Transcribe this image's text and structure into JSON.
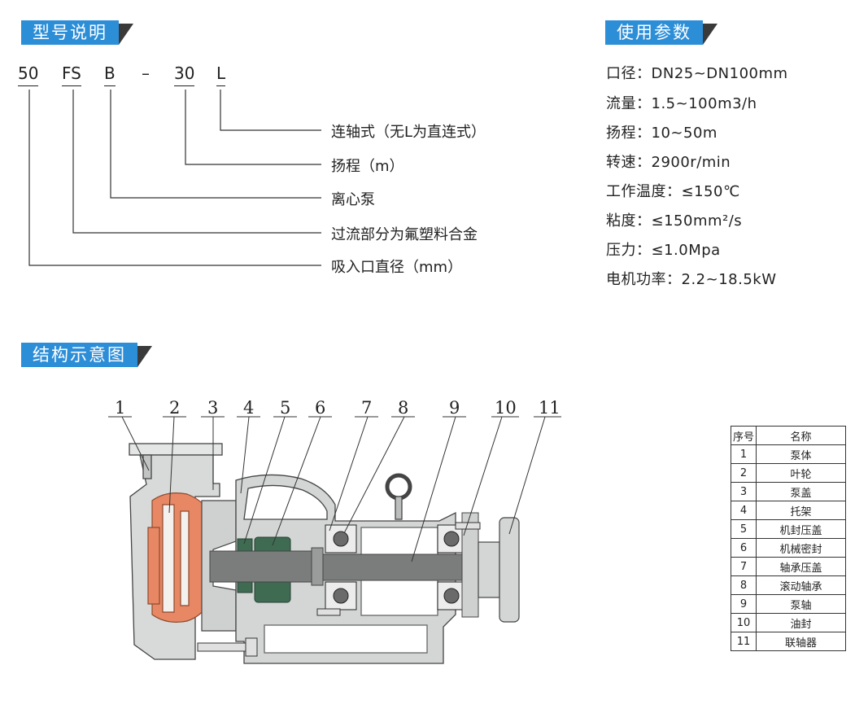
{
  "model_section": {
    "title": "型号说明",
    "codes": [
      "50",
      "FS",
      "B",
      "–",
      "30",
      "L"
    ],
    "descriptions": [
      "连轴式（无L为直连式）",
      "扬程（m）",
      "离心泵",
      "过流部分为氟塑料合金",
      "吸入口直径（mm）"
    ]
  },
  "params_section": {
    "title": "使用参数",
    "items": [
      "口径：DN25~DN100mm",
      "流量：1.5~100m3/h",
      "扬程：10~50m",
      "转速：2900r/min",
      "工作温度：≤150℃",
      "粘度：≤150mm²/s",
      "压力：≤1.0Mpa",
      "电机功率：2.2~18.5kW"
    ]
  },
  "structure_section": {
    "title": "结构示意图",
    "callouts": [
      "1",
      "2",
      "3",
      "4",
      "5",
      "6",
      "7",
      "8",
      "9",
      "10",
      "11"
    ]
  },
  "parts_table": {
    "headers": [
      "序号",
      "名称"
    ],
    "rows": [
      [
        "1",
        "泵体"
      ],
      [
        "2",
        "叶轮"
      ],
      [
        "3",
        "泵盖"
      ],
      [
        "4",
        "托架"
      ],
      [
        "5",
        "机封压盖"
      ],
      [
        "6",
        "机械密封"
      ],
      [
        "7",
        "轴承压盖"
      ],
      [
        "8",
        "滚动轴承"
      ],
      [
        "9",
        "泵轴"
      ],
      [
        "10",
        "油封"
      ],
      [
        "11",
        "联轴器"
      ]
    ]
  },
  "colors": {
    "header_blue": "#2d8ed8",
    "header_tail": "#3a3a3a",
    "fluoroplastic_orange": "#e88763",
    "seal_green": "#3e6b52",
    "shaft_gray": "#7b7d7d",
    "body_gray": "#d4d6d6"
  }
}
